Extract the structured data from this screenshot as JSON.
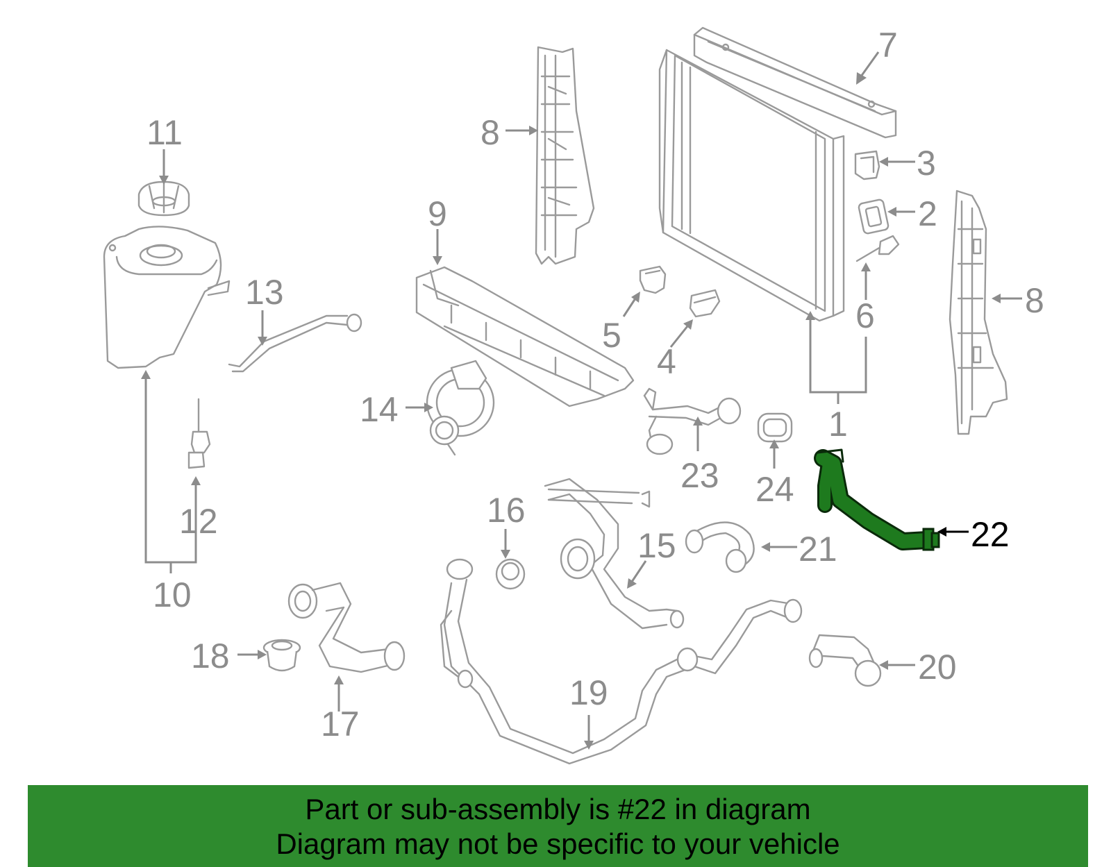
{
  "diagram": {
    "highlighted_part": "22",
    "callouts": {
      "c1": "1",
      "c2": "2",
      "c3": "3",
      "c4": "4",
      "c5": "5",
      "c6": "6",
      "c7": "7",
      "c8a": "8",
      "c8b": "8",
      "c9": "9",
      "c10": "10",
      "c11": "11",
      "c12": "12",
      "c13": "13",
      "c14": "14",
      "c15": "15",
      "c16": "16",
      "c17": "17",
      "c18": "18",
      "c19": "19",
      "c20": "20",
      "c21": "21",
      "c22": "22",
      "c23": "23",
      "c24": "24"
    }
  },
  "banner": {
    "line1": "Part or sub-assembly is #22 in diagram",
    "line2": "Diagram may not be specific to your vehicle",
    "color": "#2e8b2e"
  }
}
